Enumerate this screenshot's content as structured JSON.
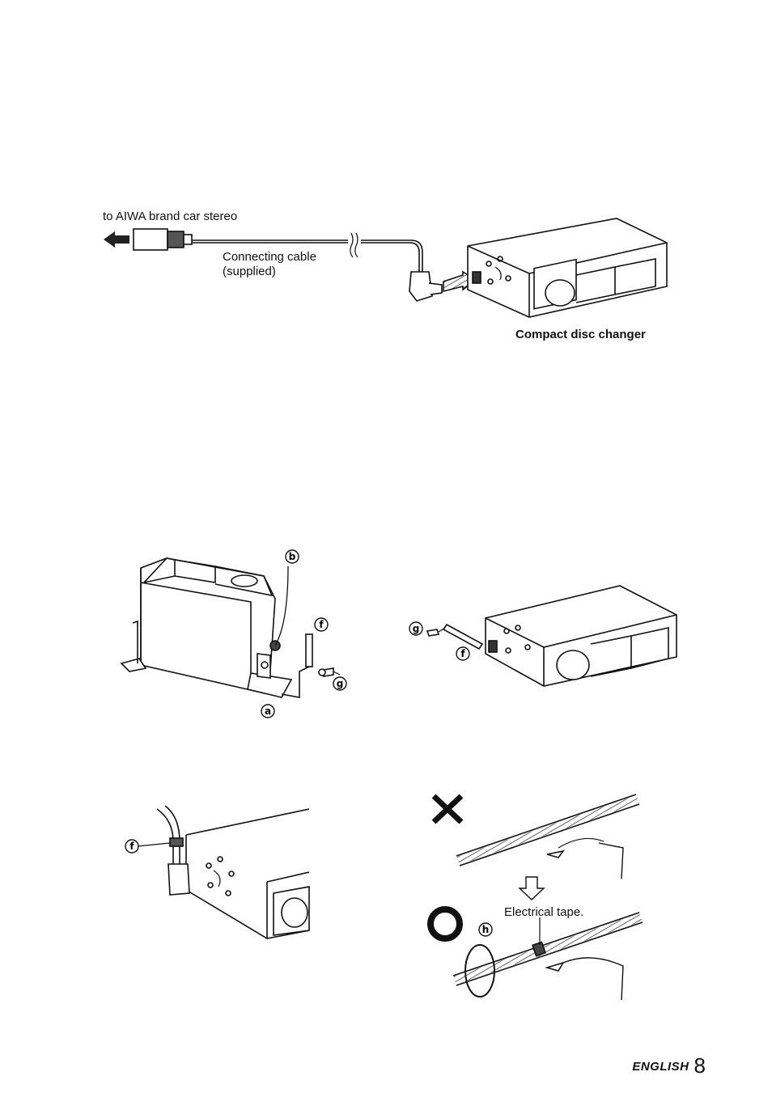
{
  "figure1": {
    "stereo_label": "to AIWA brand car stereo",
    "cable_label_line1": "Connecting cable",
    "cable_label_line2": "(supplied)",
    "changer_label": "Compact disc changer"
  },
  "callouts": {
    "a": "a",
    "b": "b",
    "f": "f",
    "g": "g",
    "h": "h"
  },
  "figure5": {
    "tape_label": "Electrical tape."
  },
  "footer": {
    "language": "ENGLISH",
    "page_number": "8"
  }
}
